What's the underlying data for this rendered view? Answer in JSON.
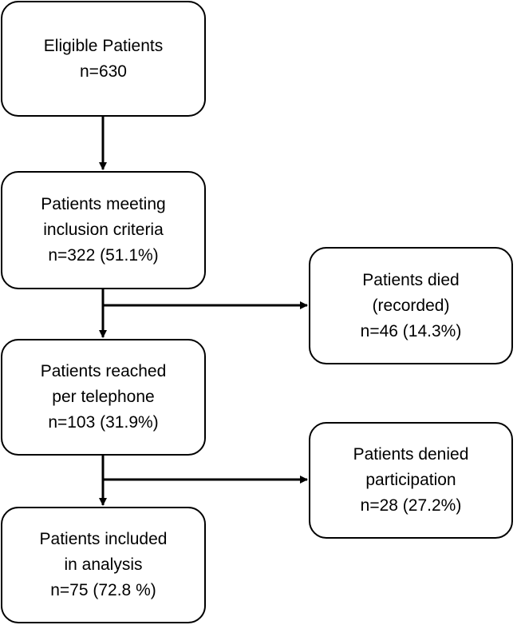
{
  "flowchart": {
    "nodes": {
      "eligible": {
        "line1": "Eligible Patients",
        "line2": "n=630"
      },
      "inclusion": {
        "line1": "Patients meeting",
        "line2": "inclusion criteria",
        "line3": "n=322 (51.1%)"
      },
      "died": {
        "line1": "Patients died",
        "line2": "(recorded)",
        "line3": "n=46 (14.3%)"
      },
      "reached": {
        "line1": "Patients reached",
        "line2": "per telephone",
        "line3": "n=103 (31.9%)"
      },
      "denied": {
        "line1": "Patients denied",
        "line2": "participation",
        "line3": "n=28 (27.2%)"
      },
      "included": {
        "line1": "Patients included",
        "line2": "in analysis",
        "line3": "n=75 (72.8 %)"
      }
    },
    "edges": [
      {
        "from": "eligible",
        "to": "inclusion"
      },
      {
        "from": "inclusion",
        "to": "reached"
      },
      {
        "from": "inclusion",
        "to": "died"
      },
      {
        "from": "reached",
        "to": "included"
      },
      {
        "from": "reached",
        "to": "denied"
      }
    ],
    "colors": {
      "stroke": "#000000",
      "background": "#ffffff",
      "text": "#000000"
    }
  }
}
